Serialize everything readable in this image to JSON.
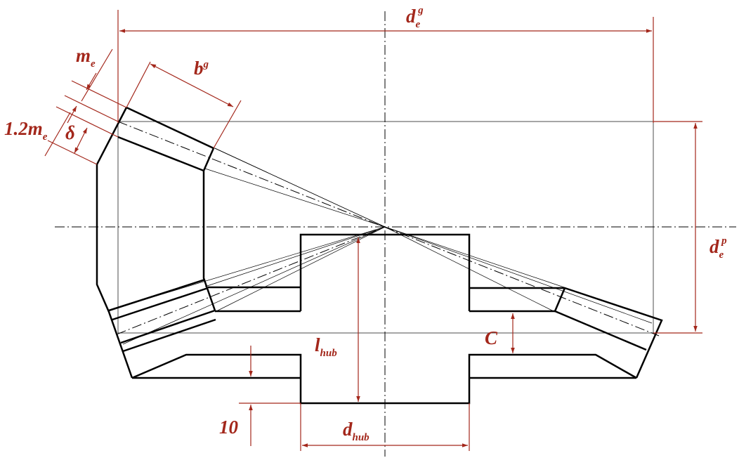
{
  "colors": {
    "outline": "#000000",
    "dimension": "#a3271b",
    "background": "#ffffff"
  },
  "labels": {
    "de_g": {
      "base": "d",
      "sub": "e",
      "sup": "g"
    },
    "de_p": {
      "base": "d",
      "sub": "e",
      "sup": "p"
    },
    "me": {
      "base": "m",
      "sub": "e"
    },
    "bg": {
      "base": "b",
      "sup": "g"
    },
    "m12": {
      "base": "1.2m",
      "sub": "e"
    },
    "delta": "δ",
    "lhub": {
      "base": "l",
      "sub": "hub"
    },
    "dhub": {
      "base": "d",
      "sub": "hub"
    },
    "c": "C",
    "ten": "10"
  }
}
